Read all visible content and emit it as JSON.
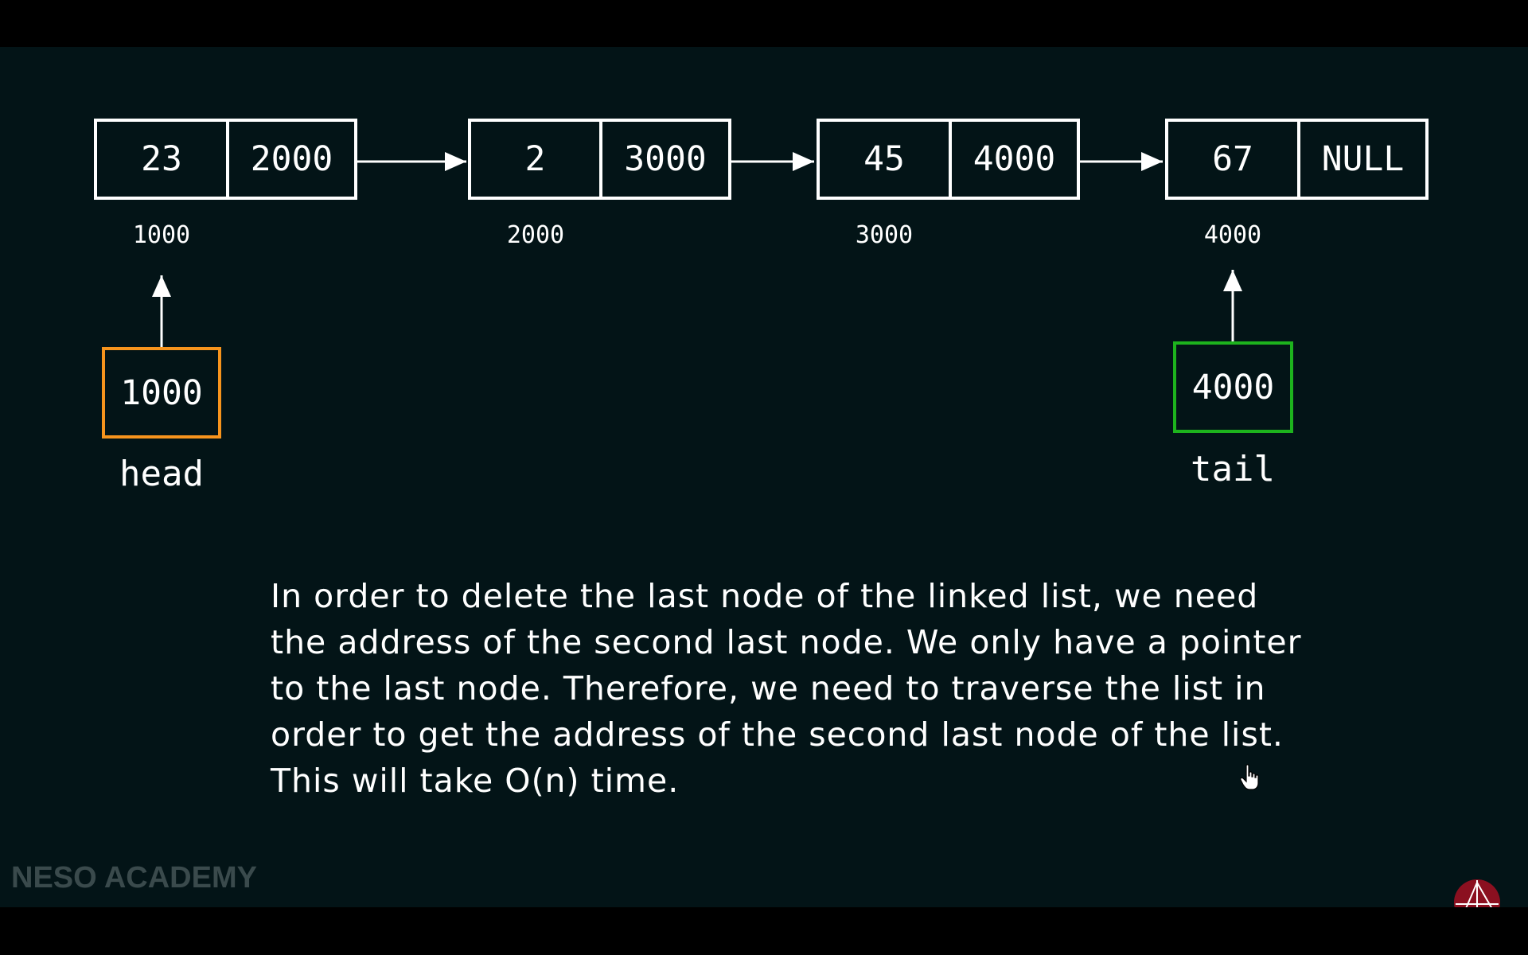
{
  "nodes": [
    {
      "data": "23",
      "next": "2000",
      "address": "1000"
    },
    {
      "data": "2",
      "next": "3000",
      "address": "2000"
    },
    {
      "data": "45",
      "next": "4000",
      "address": "3000"
    },
    {
      "data": "67",
      "next": "NULL",
      "address": "4000"
    }
  ],
  "head": {
    "value": "1000",
    "label": "head",
    "color": "#f7941d"
  },
  "tail": {
    "value": "4000",
    "label": "tail",
    "color": "#1db31d"
  },
  "explanation": [
    "In order to delete the last node of the linked list, we need",
    "the address of the second last node. We only have a pointer",
    "to the last node. Therefore, we need to traverse the list in",
    "order to get the address of the second last node of the list.",
    "This will take O(n) time."
  ],
  "watermark": "NESO ACADEMY",
  "colors": {
    "background": "#031417",
    "stroke": "#ffffff",
    "logo": "#8b1020"
  }
}
